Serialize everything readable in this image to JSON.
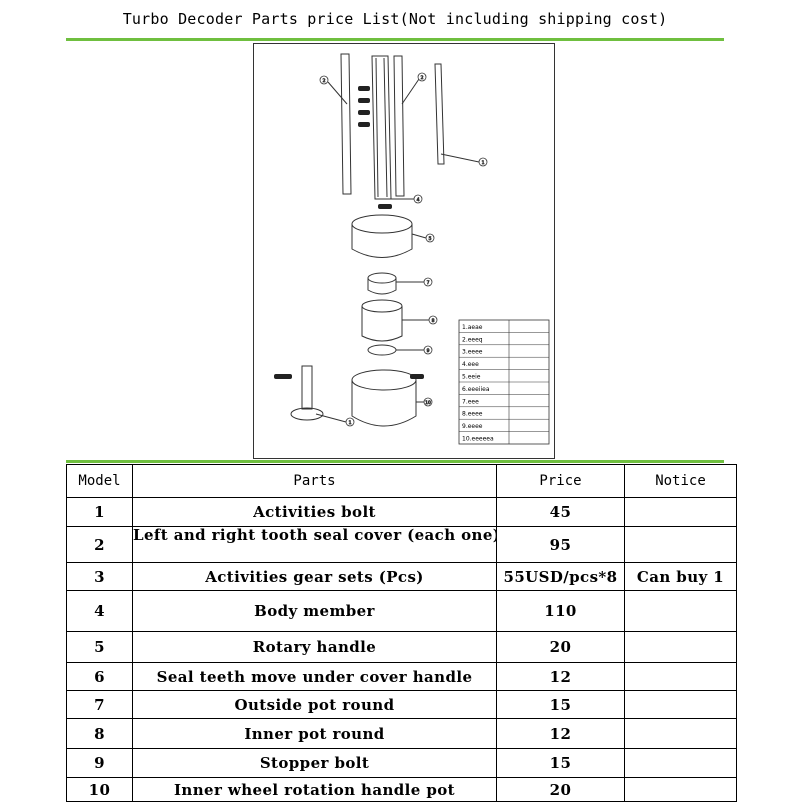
{
  "title": "Turbo Decoder Parts price List(Not including shipping cost)",
  "diagram": {
    "callouts": [
      "1",
      "2",
      "3",
      "4",
      "5",
      "6",
      "7",
      "8",
      "9",
      "10"
    ],
    "legend": [
      {
        "num": "1.",
        "text": "aeae"
      },
      {
        "num": "2.",
        "text": "eeeq"
      },
      {
        "num": "3.",
        "text": "eeee"
      },
      {
        "num": "4.",
        "text": "eee"
      },
      {
        "num": "5.",
        "text": "eeie"
      },
      {
        "num": "6.",
        "text": "eeeiiea"
      },
      {
        "num": "7.",
        "text": "eee"
      },
      {
        "num": "8.",
        "text": "eeee"
      },
      {
        "num": "9.",
        "text": "eeee"
      },
      {
        "num": "10.",
        "text": "eeeeea"
      }
    ]
  },
  "table": {
    "headers": [
      "Model",
      "Parts",
      "Price",
      "Notice"
    ],
    "rows": [
      {
        "model": "1",
        "part": "Activities bolt",
        "price": "45",
        "notice": ""
      },
      {
        "model": "2",
        "part": "Left and right tooth seal cover (each one)",
        "price": "95",
        "notice": ""
      },
      {
        "model": "3",
        "part": "Activities gear sets (Pcs)",
        "price": "55USD/pcs*8",
        "notice": "Can buy 1"
      },
      {
        "model": "4",
        "part": "Body member",
        "price": "110",
        "notice": ""
      },
      {
        "model": "5",
        "part": "Rotary handle",
        "price": "20",
        "notice": ""
      },
      {
        "model": "6",
        "part": "Seal teeth move under cover handle",
        "price": "12",
        "notice": ""
      },
      {
        "model": "7",
        "part": "Outside pot round",
        "price": "15",
        "notice": ""
      },
      {
        "model": "8",
        "part": "Inner pot round",
        "price": "12",
        "notice": ""
      },
      {
        "model": "9",
        "part": "Stopper bolt",
        "price": "15",
        "notice": ""
      },
      {
        "model": "10",
        "part": "Inner wheel rotation handle pot",
        "price": "20",
        "notice": ""
      }
    ]
  }
}
